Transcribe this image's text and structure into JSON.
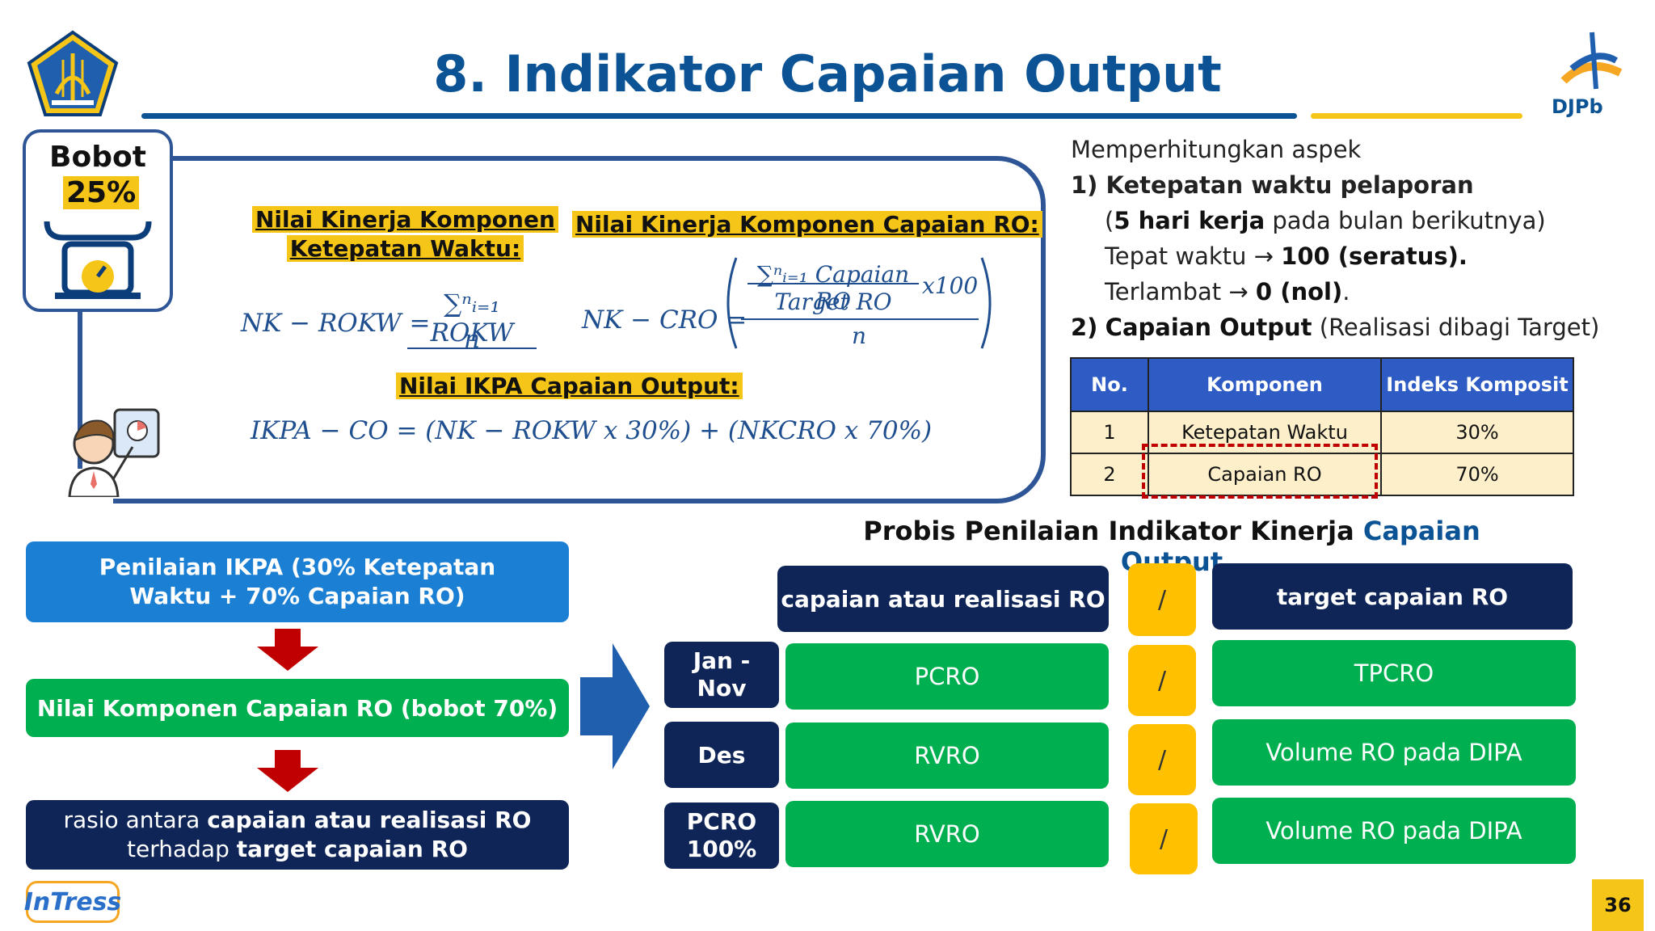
{
  "header": {
    "title": "8. Indikator Capaian Output",
    "right_logo_text": "DJPb"
  },
  "bobot": {
    "label": "Bobot",
    "value": "25%"
  },
  "formulas": {
    "rokw_heading_line1": "Nilai Kinerja Komponen",
    "rokw_heading_line2": "Ketepatan Waktu:",
    "rokw_lhs": "NK − ROKW =",
    "rokw_num": "∑ⁿᵢ₌₁ ROKW",
    "rokw_den": "n",
    "cro_heading": "Nilai Kinerja Komponen Capaian RO:",
    "cro_lhs": "NK − CRO =",
    "cro_inner_num": "∑ⁿᵢ₌₁ Capaian RO",
    "cro_inner_den": "Target RO",
    "cro_mult": "x100",
    "cro_den": "n",
    "ikpa_heading": "Nilai IKPA Capaian Output:",
    "ikpa_formula": "IKPA − CO = (NK − ROKW x 30%) + (NKCRO x 70%)"
  },
  "aspects": {
    "intro": "Memperhitungkan aspek",
    "item1_num": "1)",
    "item1_title": "Ketepatan waktu pelaporan",
    "item1_l2_bold": "5 hari kerja",
    "item1_l2_rest": " pada bulan berikutnya)",
    "item1_l2_open": "(",
    "item1_l3_pre": "Tepat waktu → ",
    "item1_l3_bold": "100 (seratus).",
    "item1_l4_pre": "Terlambat → ",
    "item1_l4_bold": "0 (nol)",
    "item1_l4_end": ".",
    "item2_num": "2)",
    "item2_title": "Capaian Output",
    "item2_rest": " (Realisasi dibagi Target)"
  },
  "table": {
    "headers": [
      "No.",
      "Komponen",
      "Indeks Komposit"
    ],
    "rows": [
      [
        "1",
        "Ketepatan Waktu",
        "30%"
      ],
      [
        "2",
        "Capaian RO",
        "70%"
      ]
    ]
  },
  "flow": {
    "box1": "Penilaian IKPA (30% Ketepatan Waktu + 70% Capaian RO)",
    "box2": "Nilai Komponen Capaian RO (bobot 70%)",
    "box3_pre": "rasio antara ",
    "box3_b1": "capaian atau realisasi RO",
    "box3_mid": "terhadap ",
    "box3_b2": "target capaian RO"
  },
  "probis": {
    "title_pre": "Probis Penilaian Indikator Kinerja ",
    "title_blue": "Capaian Output",
    "head_left": "capaian atau realisasi RO",
    "head_div": "/",
    "head_right": "target capaian RO",
    "rows": [
      {
        "period": "Jan - Nov",
        "num": "PCRO",
        "div": "/",
        "den": "TPCRO"
      },
      {
        "period": "Des",
        "num": "RVRO",
        "div": "/",
        "den": "Volume RO pada DIPA"
      },
      {
        "period": "PCRO 100%",
        "num": "RVRO",
        "div": "/",
        "den": "Volume RO pada DIPA"
      }
    ]
  },
  "footer": {
    "page": "36",
    "brand": "InTress"
  },
  "colors": {
    "primary": "#0b5394",
    "accent": "#f5c518",
    "green": "#00b050",
    "navy": "#0f2557"
  }
}
